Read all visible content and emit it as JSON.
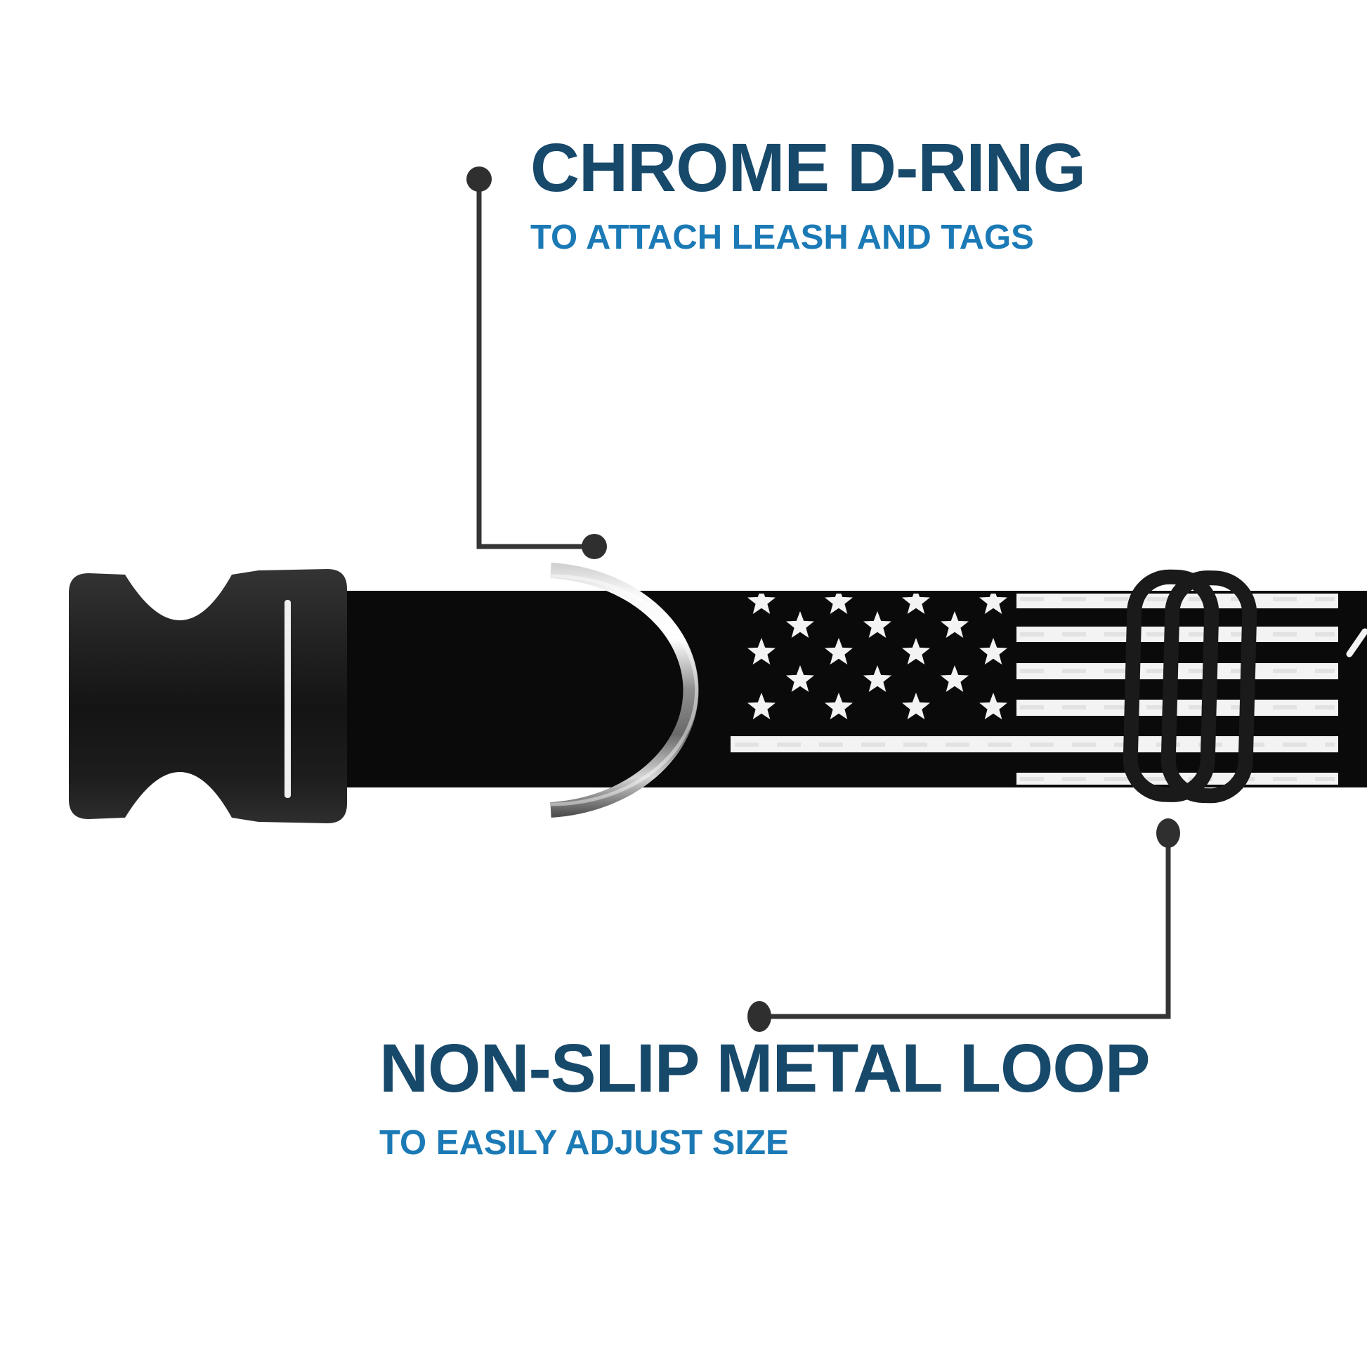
{
  "page": {
    "type": "product-feature-infographic",
    "background": "#FFFFFF"
  },
  "callouts": {
    "dring": {
      "title": "CHROME D-RING",
      "subtitle": "TO ATTACH LEASH AND TAGS"
    },
    "loop": {
      "title": "NON-SLIP METAL LOOP",
      "subtitle": "TO EASILY ADJUST SIZE"
    }
  },
  "colors": {
    "title_blue": "#17496B",
    "subtitle_blue": "#1B7AB5",
    "leader_gray": "#343434",
    "strap_black": "#0A0A0A",
    "stripe_white": "#F3F3F3",
    "plastic_black": "#1F1F1F",
    "chrome_light": "#FFFFFF",
    "chrome_dark": "#5A5A5A",
    "slider_black": "#1A1A1A"
  },
  "graphics": {
    "collar_parts": [
      "side-release-buckle",
      "black-webbing-strap",
      "american-flag-print",
      "chrome-d-ring",
      "non-slip-metal-slider-loop"
    ],
    "flag": {
      "star_rows": [
        4,
        3,
        4,
        3,
        4
      ],
      "stripe_count": 6
    }
  }
}
